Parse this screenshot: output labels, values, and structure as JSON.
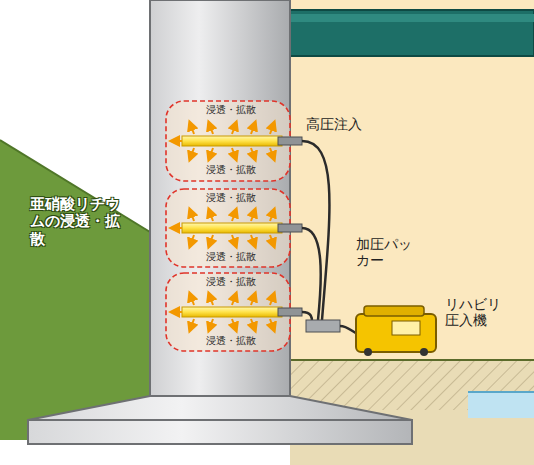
{
  "diagram": {
    "labels": [
      "浸透・拡散",
      "高圧注入",
      "浸透・拡散",
      "亜硝酸リチウムの浸透・拡散",
      "浸透・拡散",
      "浸透・拡散",
      "加圧パッカー",
      "浸透・拡散",
      "浸透・拡散",
      "リハビリ圧入機"
    ]
  }
}
